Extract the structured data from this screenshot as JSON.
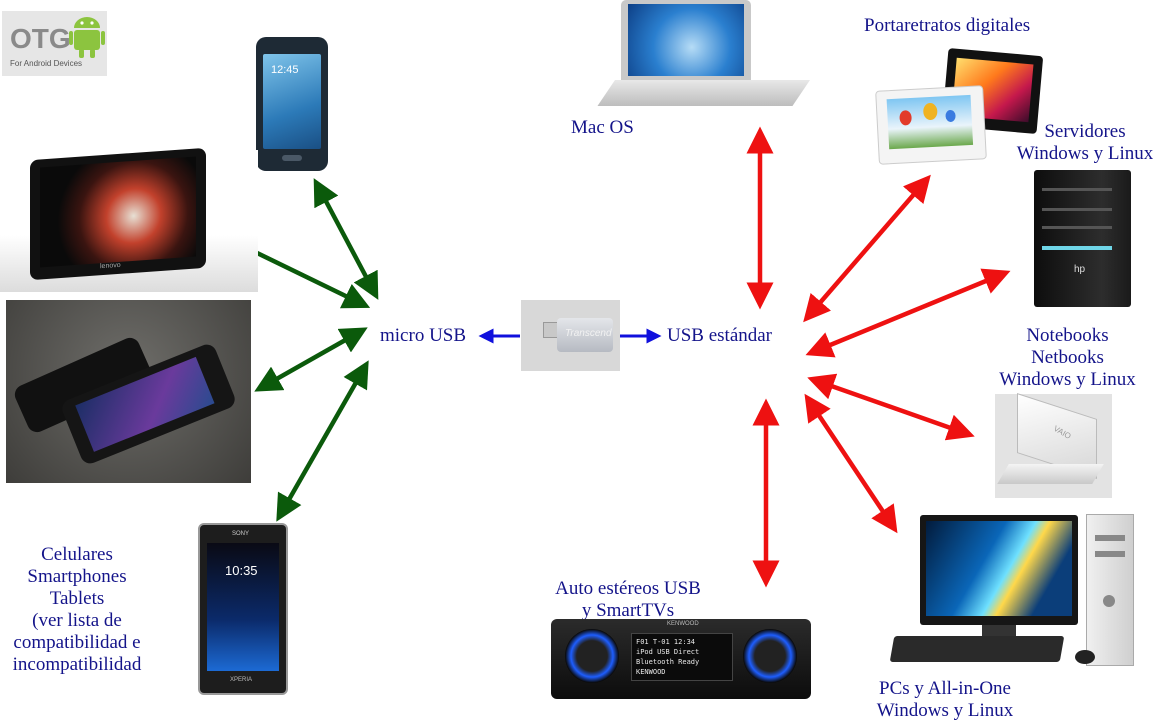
{
  "otg_logo": {
    "title": "OTG",
    "subtitle": "For Android Devices"
  },
  "center": {
    "adapter_brand": "Transcend",
    "left_label": "micro USB",
    "right_label": "USB estándar"
  },
  "left_group": {
    "lines": [
      "Celulares",
      "Smartphones",
      "Tablets",
      "(ver lista de",
      "compatibilidad e",
      "incompatibilidad"
    ]
  },
  "right_group": {
    "mac": "Mac OS",
    "frames": "Portaretratos digitales",
    "servers": [
      "Servidores",
      "Windows y Linux"
    ],
    "notebooks": [
      "Notebooks",
      "Netbooks",
      "Windows y Linux"
    ],
    "pcs": [
      "PCs y All-in-One",
      "Windows y Linux"
    ],
    "car": [
      "Auto estéreos USB",
      "y SmartTVs"
    ]
  },
  "device_text": {
    "phone1_time": "12:45",
    "phone2_brand": "SONY",
    "phone2_time": "10:35",
    "phone2_model": "XPERIA",
    "tablet_brand": "lenovo",
    "server_brand": "hp",
    "laptop_brand": "VAIO",
    "stereo_brand": "KENWOOD",
    "stereo_display": [
      "F01 T-01 12:34",
      "iPod USB Direct",
      "Bluetooth Ready",
      "KENWOOD"
    ]
  },
  "colors": {
    "green_arrow": "#0b5a0b",
    "red_arrow": "#ee1111",
    "blue_arrow": "#1010dd",
    "label": "#14148a"
  }
}
